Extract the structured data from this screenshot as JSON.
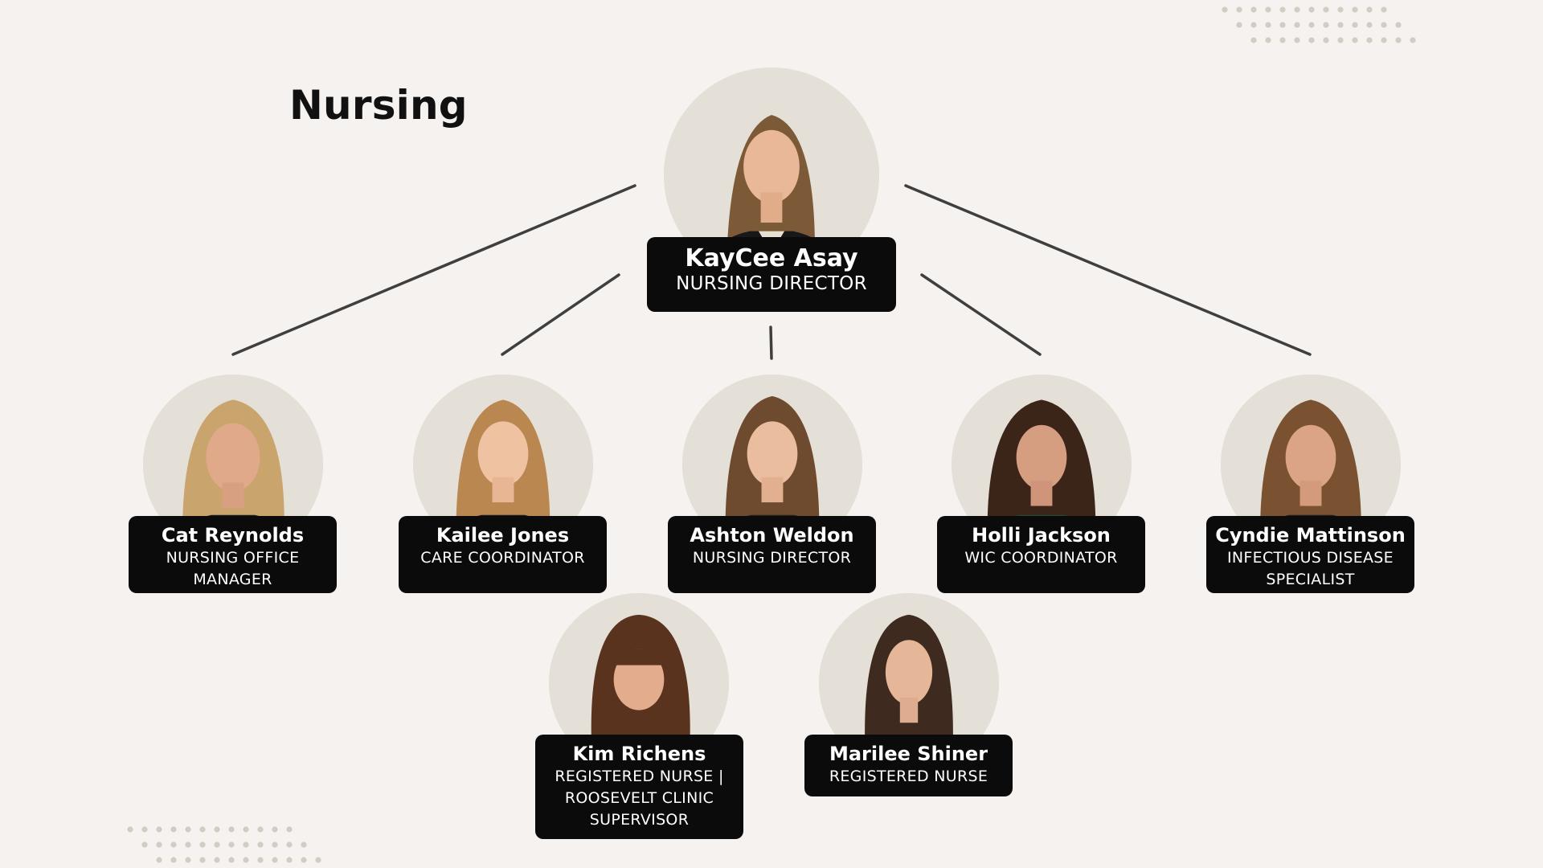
{
  "page": {
    "title": "Nursing"
  },
  "colors": {
    "background": "#f5f2ef",
    "card": "#0b0b0b",
    "card_text": "#ffffff",
    "connector": "#3f3f3f",
    "dots": "#d3ccc3"
  },
  "director": {
    "name": "KayCee Asay",
    "role": "NURSING DIRECTOR"
  },
  "staff": [
    {
      "name": "Cat Reynolds",
      "role": "NURSING OFFICE MANAGER"
    },
    {
      "name": "Kailee Jones",
      "role": "CARE COORDINATOR"
    },
    {
      "name": "Ashton Weldon",
      "role": "NURSING DIRECTOR"
    },
    {
      "name": "Holli Jackson",
      "role": "WIC COORDINATOR"
    },
    {
      "name": "Cyndie Mattinson",
      "role": "INFECTIOUS DISEASE SPECIALIST"
    },
    {
      "name": "Kim Richens",
      "role": "REGISTERED NURSE | ROOSEVELT CLINIC SUPERVISOR"
    },
    {
      "name": "Marilee Shiner",
      "role": "REGISTERED NURSE"
    }
  ]
}
